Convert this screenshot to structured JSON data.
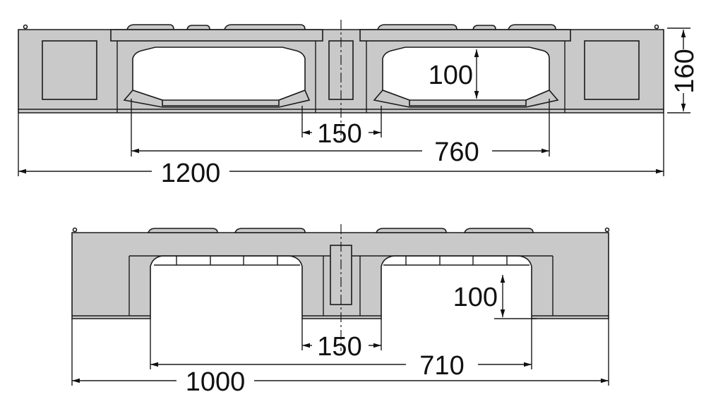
{
  "top_view": {
    "dim_height": "160",
    "dim_opening_height": "100",
    "dim_center_block": "150",
    "dim_opening_span": "760",
    "dim_total_length": "1200"
  },
  "bottom_view": {
    "dim_opening_height": "100",
    "dim_center_block": "150",
    "dim_opening_span": "710",
    "dim_total_length": "1000"
  }
}
